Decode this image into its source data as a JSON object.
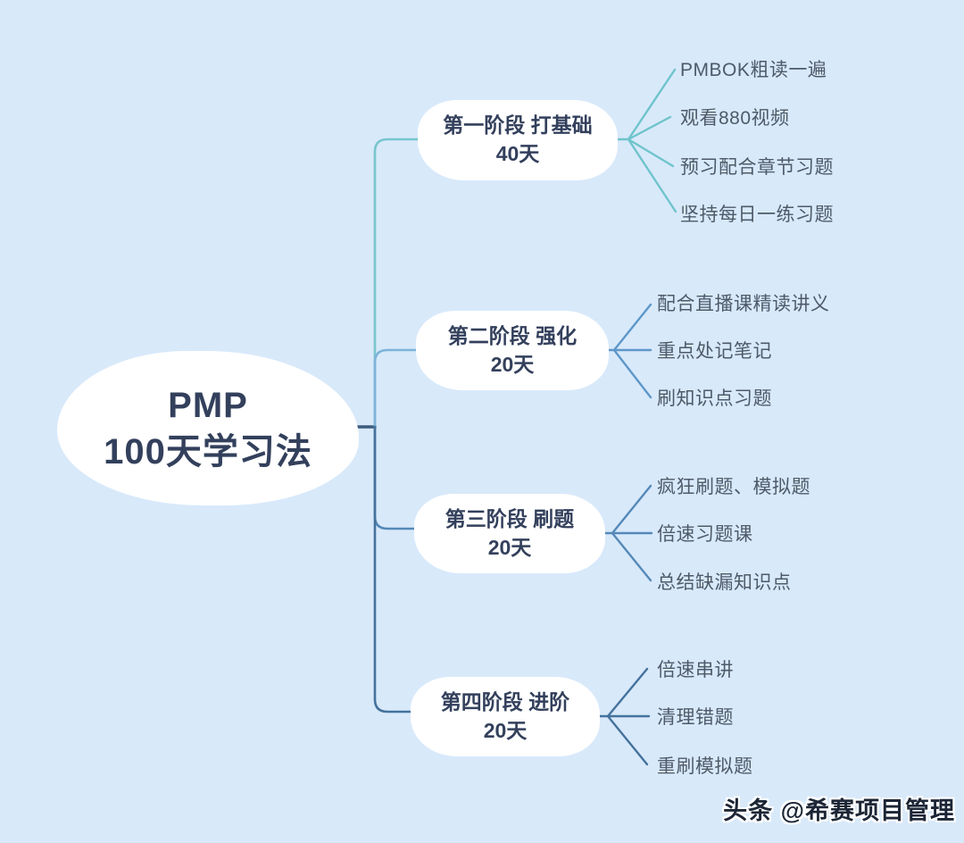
{
  "root": {
    "line1": "PMP",
    "line2": "100天学习法"
  },
  "stages": [
    {
      "title": "第一阶段 打基础",
      "days": "40天",
      "items": [
        "PMBOK粗读一遍",
        "观看880视频",
        "预习配合章节习题",
        "坚持每日一练习题"
      ]
    },
    {
      "title": "第二阶段 强化",
      "days": "20天",
      "items": [
        "配合直播课精读讲义",
        "重点处记笔记",
        "刷知识点习题"
      ]
    },
    {
      "title": "第三阶段 刷题",
      "days": "20天",
      "items": [
        "疯狂刷题、模拟题",
        "倍速习题课",
        "总结缺漏知识点"
      ]
    },
    {
      "title": "第四阶段 进阶",
      "days": "20天",
      "items": [
        "倍速串讲",
        "清理错题",
        "重刷模拟题"
      ]
    }
  ],
  "watermark": "头条 @希赛项目管理",
  "colors": {
    "background": "#d8e9fa",
    "node_fill": "#ffffff",
    "node_text": "#33405c",
    "leaf_text": "#4e5a68",
    "root_stub": "#3d5c80",
    "branch1": "#78c5cd",
    "branch2": "#7db3d9",
    "branch3": "#5589b8",
    "branch4": "#44729c",
    "fan1": "#6fc4cb",
    "fan2": "#5e97c9",
    "fan3": "#5589b8",
    "fan4": "#44729c",
    "watermark_text": "#1c2636"
  }
}
